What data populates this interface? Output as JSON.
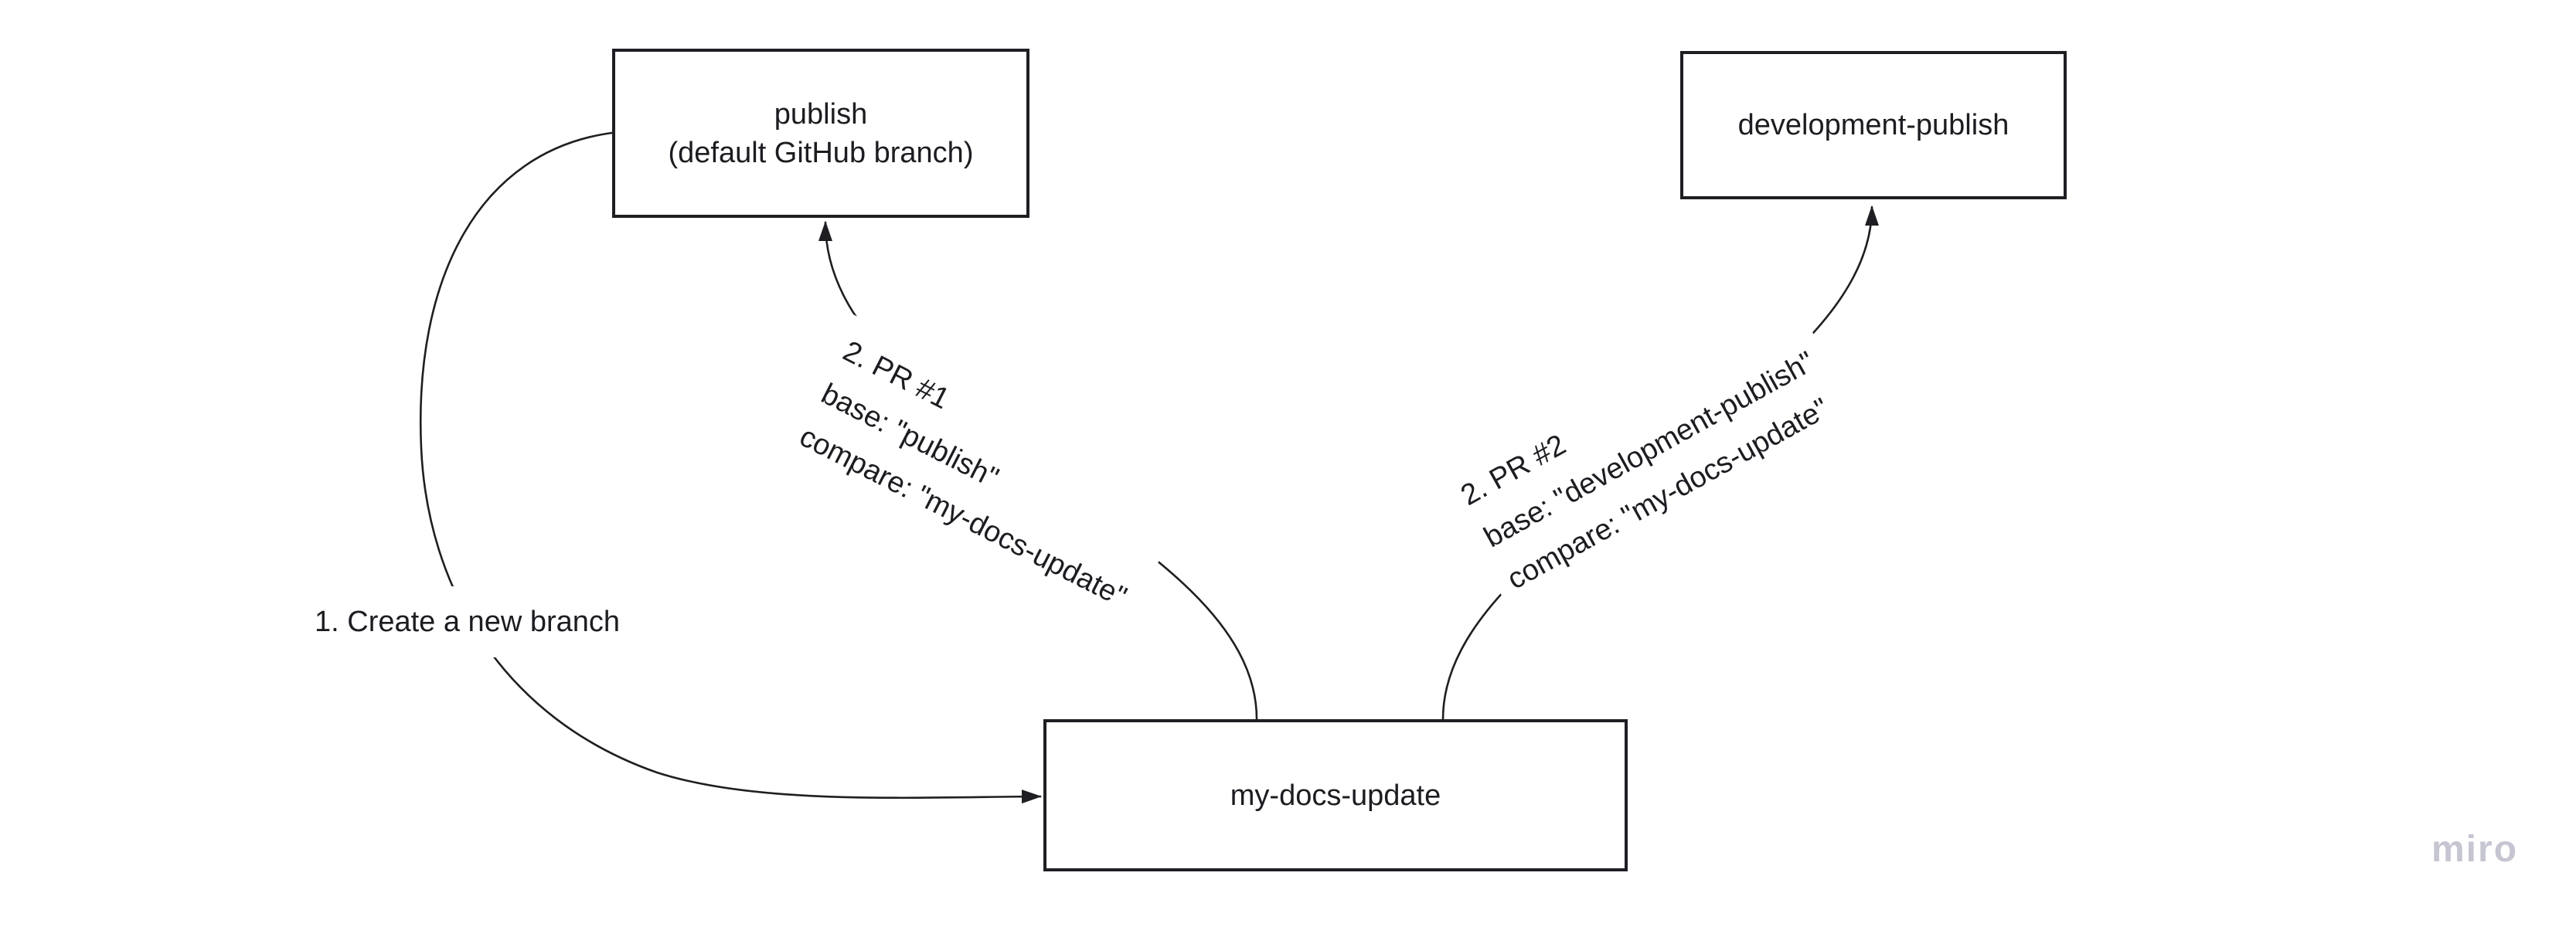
{
  "canvas": {
    "background_color": "#ffffff",
    "line_color": "#1f1f23",
    "text_color": "#1c1c21"
  },
  "nodes": [
    {
      "id": "publish",
      "label_lines": [
        "publish",
        "(default GitHub branch)"
      ]
    },
    {
      "id": "development-publish",
      "label_lines": [
        "development-publish"
      ]
    },
    {
      "id": "my-docs-update",
      "label_lines": [
        "my-docs-update"
      ]
    }
  ],
  "edges": [
    {
      "id": "create-branch",
      "from": "publish",
      "to": "my-docs-update",
      "label": "1. Create a new branch"
    },
    {
      "id": "pr1",
      "from": "my-docs-update",
      "to": "publish",
      "label_lines": [
        "2. PR #1",
        "base: \"publish\"",
        "compare: \"my-docs-update\""
      ]
    },
    {
      "id": "pr2",
      "from": "my-docs-update",
      "to": "development-publish",
      "label_lines": [
        "2. PR #2",
        "base: \"development-publish\"",
        "compare: \"my-docs-update\""
      ]
    }
  ],
  "watermark": "miro"
}
